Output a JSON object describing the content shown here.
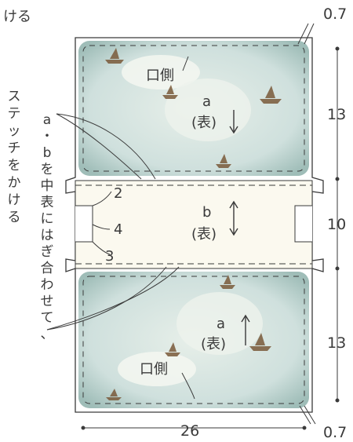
{
  "top_cut_text": "ける",
  "instruction_vertical": [
    "ス",
    "テ",
    "ッ",
    "チ",
    "を",
    "か",
    "け",
    "る"
  ],
  "instruction_vertical_2": [
    "a",
    "・",
    "b",
    "を",
    "中",
    "表",
    "に",
    "は",
    "ぎ",
    "合",
    "わ",
    "せ",
    "て",
    "、"
  ],
  "panel_top": {
    "letter": "a",
    "face": "(表)",
    "side": "口側"
  },
  "panel_middle": {
    "letter": "b",
    "face": "(表)",
    "marks": [
      "2",
      "4",
      "3"
    ]
  },
  "panel_bottom": {
    "letter": "a",
    "face": "(表)",
    "side": "口側"
  },
  "dimensions": {
    "seam_top": "0.7",
    "seam_bottom": "0.7",
    "height_top": "13",
    "height_middle": "10",
    "height_bottom": "13",
    "width": "26"
  },
  "colors": {
    "fabric_a": "#cfe0dd",
    "fabric_a_edge": "#a9c3be",
    "fabric_b": "#fbf9ef",
    "line": "#3a3a3a"
  }
}
